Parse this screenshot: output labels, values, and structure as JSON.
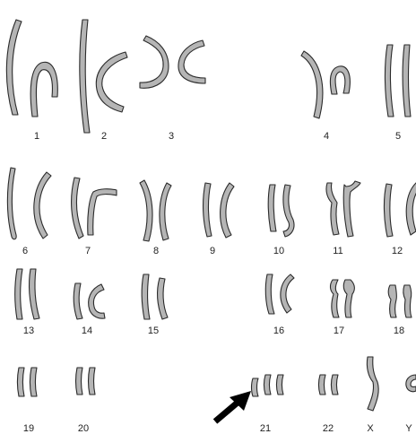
{
  "figure": {
    "chromosome_fill": "#b5b5b5",
    "outline_color": "#2b2b2b",
    "arrow_color": "#000000",
    "arrow_target": "21"
  },
  "labels": {
    "c1": "1",
    "c2": "2",
    "c3": "3",
    "c4": "4",
    "c5": "5",
    "c6": "6",
    "c7": "7",
    "c8": "8",
    "c9": "9",
    "c10": "10",
    "c11": "11",
    "c12": "12",
    "c13": "13",
    "c14": "14",
    "c15": "15",
    "c16": "16",
    "c17": "17",
    "c18": "18",
    "c19": "19",
    "c20": "20",
    "c21": "21",
    "c22": "22",
    "cX": "X",
    "cY": "Y"
  }
}
